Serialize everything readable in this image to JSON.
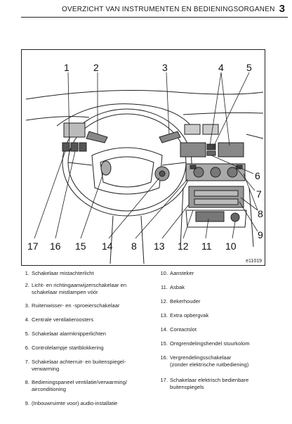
{
  "header": {
    "title": "OVERZICHT VAN INSTRUMENTEN EN BEDIENINGSORGANEN",
    "page_number": "3"
  },
  "figure": {
    "code": "e11019",
    "callouts": [
      "1",
      "2",
      "3",
      "4",
      "5",
      "6",
      "7",
      "8",
      "9",
      "17",
      "16",
      "15",
      "14",
      "8",
      "13",
      "12",
      "11",
      "10"
    ]
  },
  "legend": {
    "left": [
      {
        "num": "1.",
        "text": "Schakelaar mistachterlicht"
      },
      {
        "num": "2.",
        "text": "Licht- en richtingaanwijzerschakelaar en\nschakelaar mistlampen vóór"
      },
      {
        "num": "3.",
        "text": "Ruitenwisser- en -sproeierschakelaar"
      },
      {
        "num": "4.",
        "text": "Centrale ventilatieroosters"
      },
      {
        "num": "5.",
        "text": "Schakelaar alarmknipperlichten"
      },
      {
        "num": "6.",
        "text": "Controlelampje startblokkering"
      },
      {
        "num": "7.",
        "text": "Schakelaar achterruit- en buitenspiegel-\nverwarming"
      },
      {
        "num": "8.",
        "text": "Bedieningspaneel ventilatie/verwarming/\nairconditioning"
      },
      {
        "num": "9.",
        "text": "(Inbouwruimte voor) audio-installatie"
      }
    ],
    "right": [
      {
        "num": "10.",
        "text": "Aansteker"
      },
      {
        "num": "11.",
        "text": "Asbak"
      },
      {
        "num": "12.",
        "text": "Bekerhouder"
      },
      {
        "num": "13.",
        "text": "Extra opbergvak"
      },
      {
        "num": "14.",
        "text": "Contactslot"
      },
      {
        "num": "15.",
        "text": "Ontgrendelingshendel stuurkolom"
      },
      {
        "num": "16.",
        "text": "Vergrendelingsschakelaar\n(zonder elektrische ruitbediening)"
      },
      {
        "num": "17.",
        "text": "Schakelaar elektrisch bedienbare\nbuitenspiegels"
      }
    ]
  }
}
